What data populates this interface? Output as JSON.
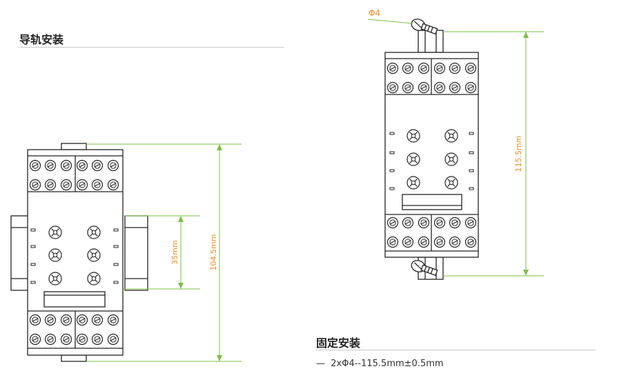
{
  "sections": {
    "rail": {
      "title": "导轨安装"
    },
    "fixed": {
      "title": "固定安装"
    }
  },
  "dimensions": {
    "rail_width": "35mm",
    "rail_height": "104.5mm",
    "fixed_height": "115.5mm",
    "screw": "Φ4"
  },
  "note": {
    "dash": "—",
    "text": "2xΦ4--115.5mm±0.5mm"
  },
  "colors": {
    "dimension_line": "#7ac143",
    "dimension_text": "#f08c1e",
    "outline": "#222222",
    "title_underline": "#c8c8c8"
  }
}
